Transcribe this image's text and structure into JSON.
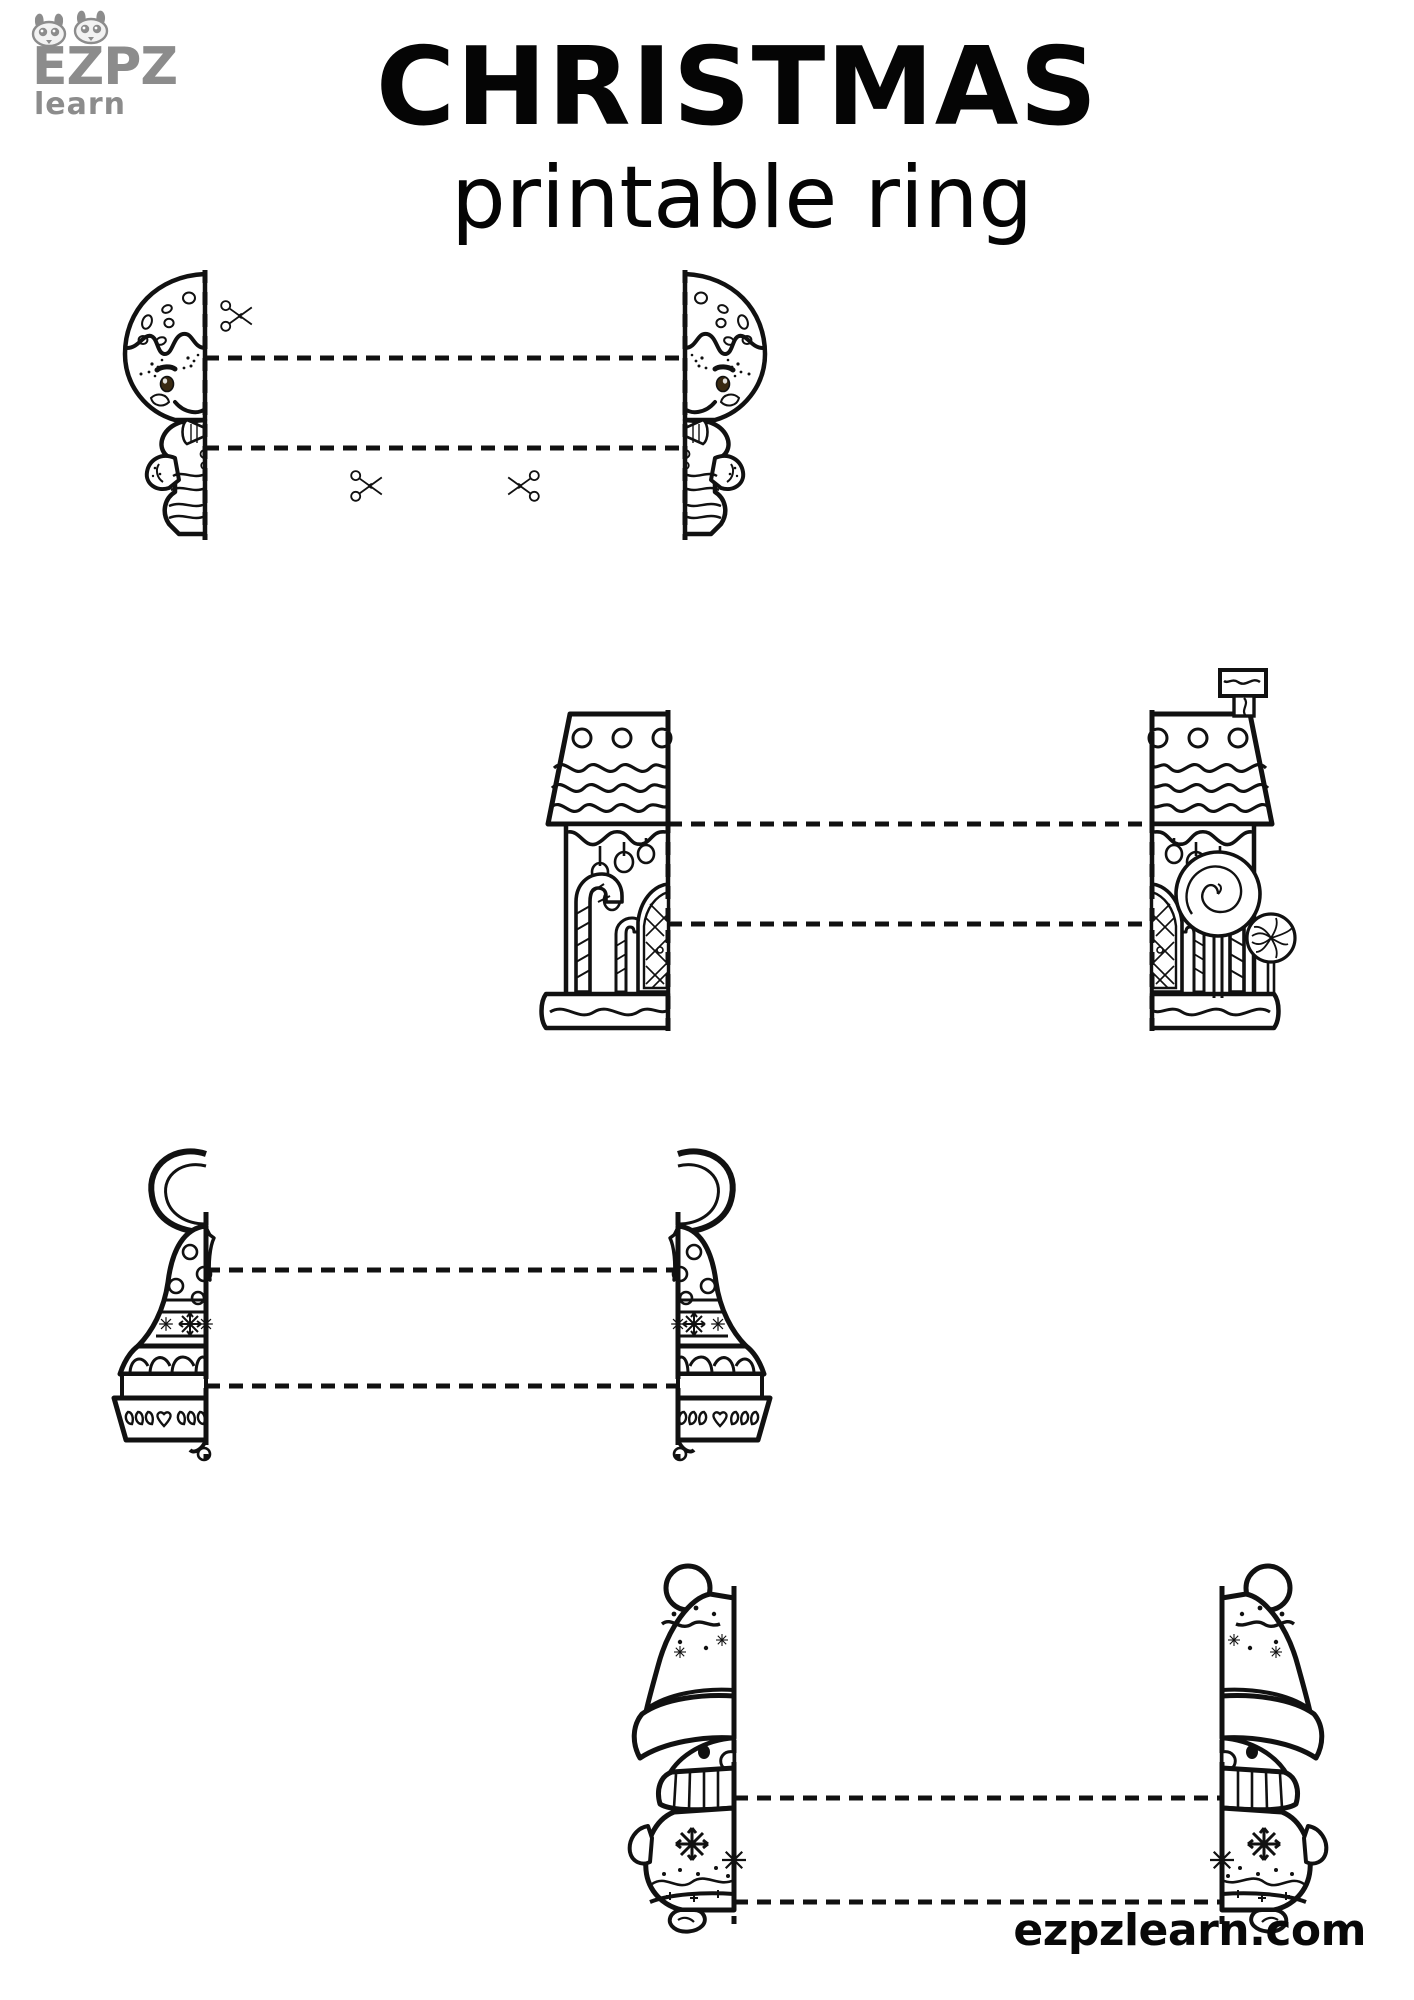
{
  "document": {
    "title_line1": "CHRISTMAS",
    "title_line2": "printable ring",
    "footer_url": "ezpzlearn.com",
    "background_color": "#ffffff",
    "ink_color": "#000000"
  },
  "logo": {
    "name": "ezpz-learn-logo",
    "text_top": "EZPZ",
    "text_bottom": "learn",
    "color": "#8c8c8c",
    "ornament": "reindeer-faces"
  },
  "strips": [
    {
      "id": "gingerbread-man",
      "label": "Gingerbread Man",
      "left_figure": "gingerbread-man-left-half",
      "right_figure": "gingerbread-man-right-half",
      "scissors_icons": 3,
      "cut_line_style": "dashed",
      "band_top_label": "fold-line-top",
      "band_bottom_label": "fold-line-bottom"
    },
    {
      "id": "gingerbread-house",
      "label": "Gingerbread House",
      "left_figure": "gingerbread-house-left-half",
      "right_figure": "gingerbread-house-right-half",
      "scissors_icons": 0,
      "cut_line_style": "dashed",
      "band_top_label": "fold-line-top",
      "band_bottom_label": "fold-line-bottom"
    },
    {
      "id": "christmas-bell",
      "label": "Christmas Bell",
      "left_figure": "christmas-bell-left-half",
      "right_figure": "christmas-bell-right-half",
      "scissors_icons": 0,
      "cut_line_style": "dashed",
      "band_top_label": "fold-line-top",
      "band_bottom_label": "fold-line-bottom"
    },
    {
      "id": "winter-penguin",
      "label": "Winter Penguin",
      "left_figure": "winter-penguin-left-half",
      "right_figure": "winter-penguin-right-half",
      "scissors_icons": 0,
      "cut_line_style": "dashed",
      "band_top_label": "fold-line-top",
      "band_bottom_label": "fold-line-bottom"
    }
  ]
}
